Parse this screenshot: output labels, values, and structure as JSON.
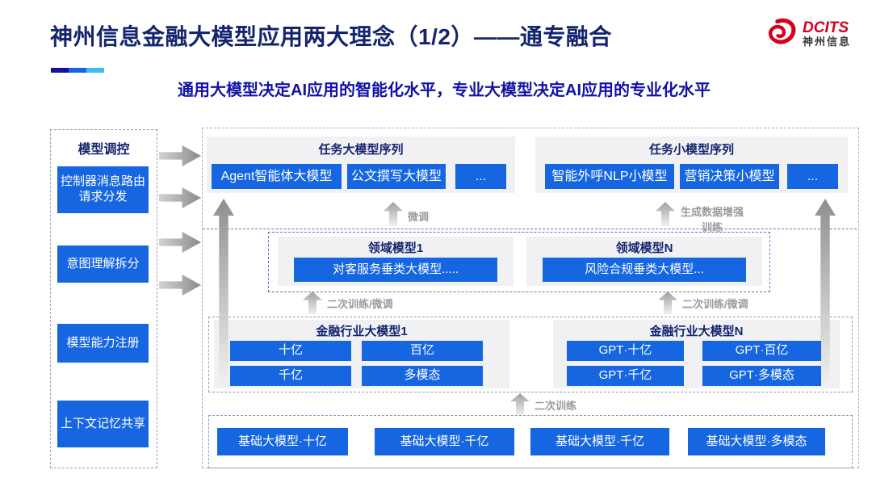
{
  "header": {
    "title": "神州信息金融大模型应用两大理念（1/2）——通专融合",
    "subtitle": "通用大模型决定AI应用的智能化水平，专业大模型决定AI应用的专业化水平",
    "logo_brand": "DCITS",
    "logo_brand_cn": "神州信息"
  },
  "colors": {
    "title_navy": "#14256e",
    "subtitle_blue": "#1111a5",
    "box_blue": "#1566e0",
    "brand_red": "#d6001c",
    "group_bg": "#f1f1f4",
    "underline_segments": [
      "#12129b",
      "#1563e6",
      "#3fbfe8"
    ]
  },
  "sidebar": {
    "title": "模型调控",
    "items": [
      "控制器消息路由请求分发",
      "意图理解拆分",
      "模型能力注册",
      "上下文记忆共享"
    ]
  },
  "main": {
    "task_large": {
      "title": "任务大模型序列",
      "items": [
        "Agent智能体大模型",
        "公文撰写大模型",
        "..."
      ]
    },
    "task_small": {
      "title": "任务小模型序列",
      "items": [
        "智能外呼NLP小模型",
        "营销决策小模型",
        "..."
      ]
    },
    "labels": {
      "fine_tune": "微调",
      "gen_data_train": "生成数据增强训练",
      "retrain_ft_left": "二次训练/微调",
      "retrain_ft_right": "二次训练/微调",
      "retrain": "二次训练"
    },
    "domain_1": {
      "title": "领域模型1",
      "item": "对客服务垂类大模型....."
    },
    "domain_n": {
      "title": "领域模型N",
      "item": "风险合规垂类大模型..."
    },
    "industry_1": {
      "title": "金融行业大模型1",
      "items": [
        "十亿",
        "百亿",
        "千亿",
        "多模态"
      ]
    },
    "industry_n": {
      "title": "金融行业大模型N",
      "items": [
        "GPT·十亿",
        "GPT·百亿",
        "GPT·千亿",
        "GPT·多模态"
      ]
    },
    "base_models": [
      "基础大模型·十亿",
      "基础大模型·千亿",
      "基础大模型·千亿",
      "基础大模型·多模态"
    ]
  }
}
